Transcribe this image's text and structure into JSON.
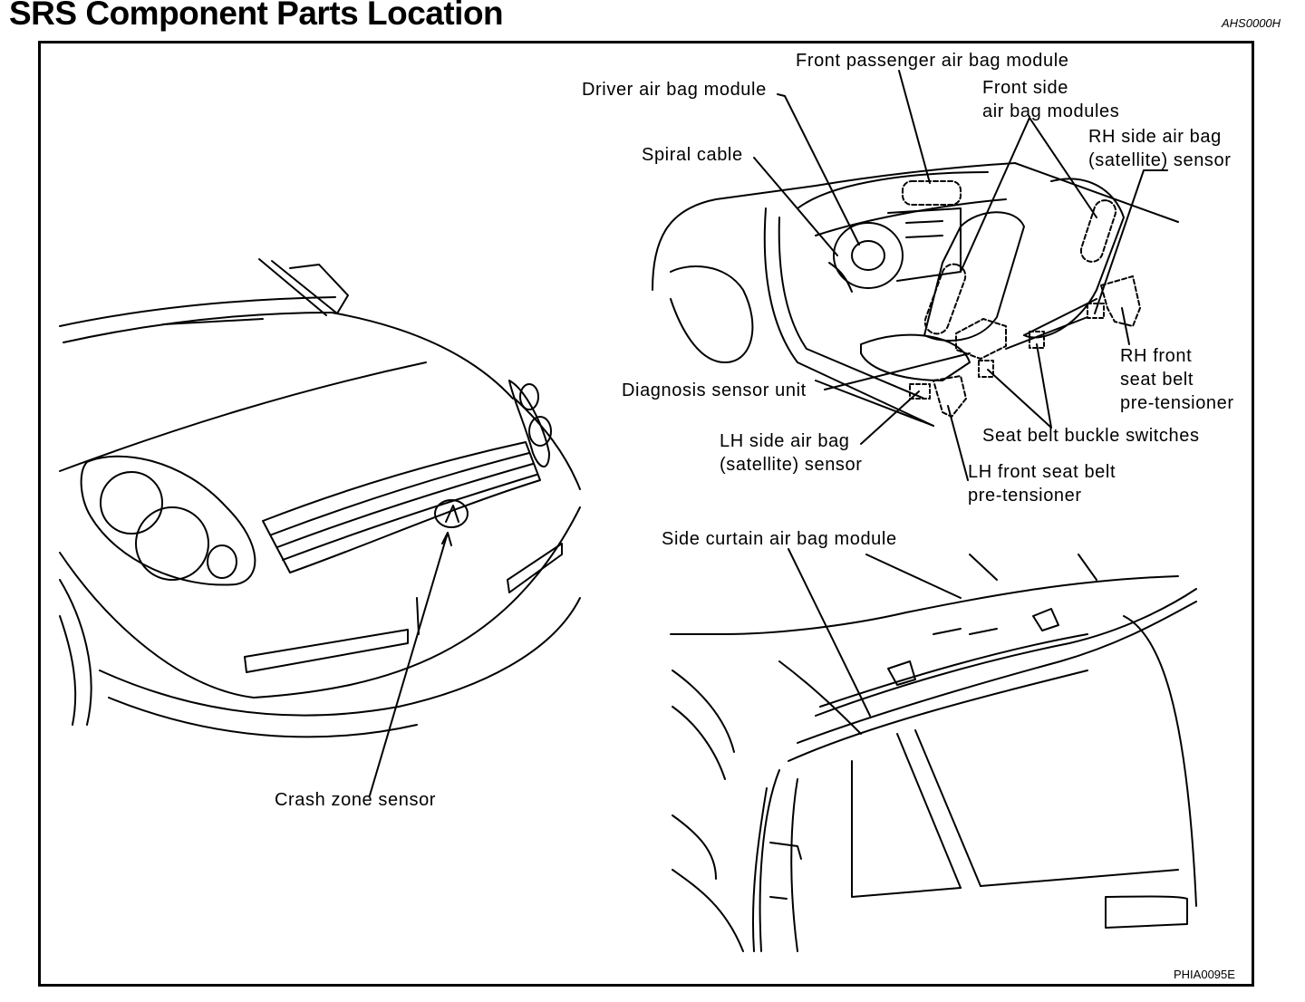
{
  "header": {
    "title": "SRS Component Parts Location",
    "code": "AHS0000H"
  },
  "labels": {
    "front_passenger_air_bag_module": "Front passenger air bag module",
    "driver_air_bag_module": "Driver air bag module",
    "front_side_air_bag_modules_l1": "Front side",
    "front_side_air_bag_modules_l2": "air bag modules",
    "rh_side_air_bag_sensor_l1": "RH side air bag",
    "rh_side_air_bag_sensor_l2": "(satellite) sensor",
    "spiral_cable": "Spiral cable",
    "rh_front_seat_belt_pretensioner_l1": "RH front",
    "rh_front_seat_belt_pretensioner_l2": "seat belt",
    "rh_front_seat_belt_pretensioner_l3": "pre-tensioner",
    "diagnosis_sensor_unit": "Diagnosis sensor unit",
    "seat_belt_buckle_switches": "Seat belt buckle switches",
    "lh_side_air_bag_sensor_l1": "LH side air bag",
    "lh_side_air_bag_sensor_l2": "(satellite) sensor",
    "lh_front_seat_belt_pretensioner_l1": "LH front seat belt",
    "lh_front_seat_belt_pretensioner_l2": "pre-tensioner",
    "side_curtain_air_bag_module": "Side curtain air bag module",
    "crash_zone_sensor": "Crash zone sensor"
  },
  "footer": {
    "figure_code": "PHIA0095E"
  }
}
